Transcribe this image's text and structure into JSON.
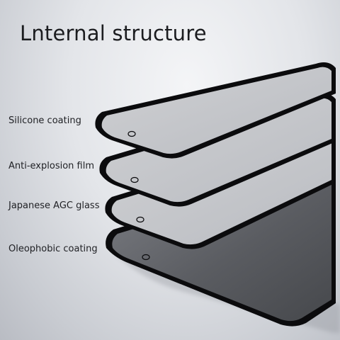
{
  "title": "Lnternal structure",
  "layers": [
    {
      "label": "Silicone coating",
      "icon": "screen-protector-layer-icon"
    },
    {
      "label": "Anti-explosion film",
      "icon": "screen-protector-layer-icon"
    },
    {
      "label": "Japanese AGC glass",
      "icon": "screen-protector-layer-icon"
    },
    {
      "label": "Oleophobic coating",
      "icon": "screen-protector-layer-icon"
    }
  ],
  "colors": {
    "frame": "#0b0b0d",
    "glass_clear": "#e6e8ec",
    "glass_dark": "#5c5e63"
  }
}
